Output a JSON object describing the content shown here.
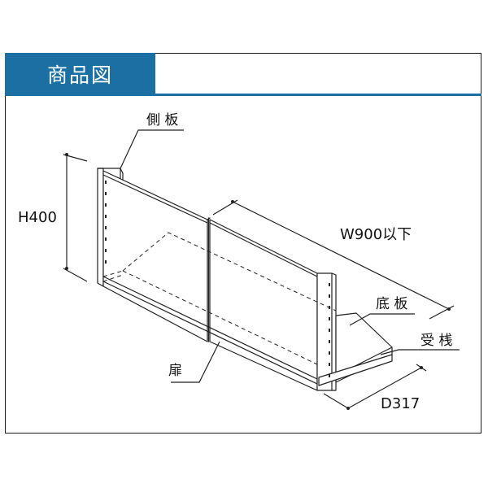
{
  "header": {
    "title": "商品図"
  },
  "labels": {
    "side_panel": "側 板",
    "height": "H400",
    "width": "W900以下",
    "bottom_panel": "底 板",
    "receiver": "受 桟",
    "door": "扉",
    "depth": "D317"
  },
  "colors": {
    "header_bg": "#1c6fa3",
    "line": "#222222"
  }
}
